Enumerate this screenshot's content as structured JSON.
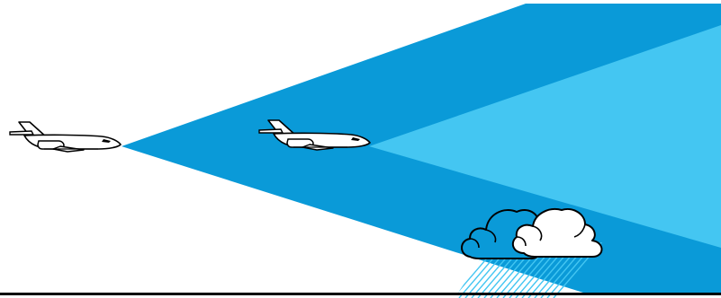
{
  "colors": {
    "background": "#ffffff",
    "outer_beam": "#0a9ad8",
    "inner_beam": "#44c6f2",
    "ground_line": "#000000",
    "aircraft_fill": "#ffffff",
    "aircraft_outline": "#000000",
    "cloud_back_fill": "#0a9ad8",
    "cloud_front_fill": "#ffffff",
    "cloud_outline": "#000000",
    "rain": "#44c6f2"
  },
  "scene": {
    "aircraft": [
      {
        "icon": "jet-aircraft-icon",
        "role": "distant aircraft"
      },
      {
        "icon": "jet-aircraft-icon",
        "role": "nearer aircraft"
      }
    ],
    "beams": [
      {
        "icon": "radar-beam-outer"
      },
      {
        "icon": "radar-beam-inner"
      }
    ],
    "weather": {
      "icon": "rain-cloud-icon",
      "precipitation": true
    },
    "ground": {
      "icon": "ground-line"
    }
  }
}
